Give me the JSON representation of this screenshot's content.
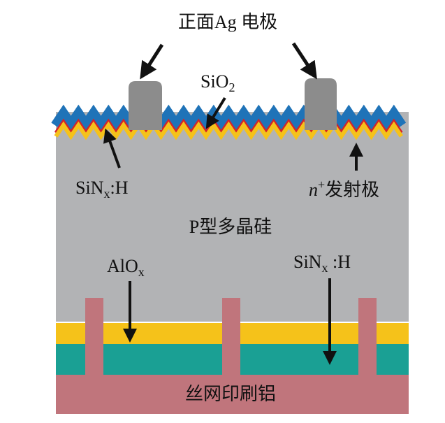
{
  "labels": {
    "front_electrode": "正面Ag 电极",
    "sio2_main": "SiO",
    "sio2_sub": "2",
    "sinx_top_a": "SiN",
    "sinx_top_sub": "x",
    "sinx_top_b": ":H",
    "emitter_n": "n",
    "emitter_sup": "+",
    "emitter_rest": "发射极",
    "substrate": "P型多晶硅",
    "alox_main": "AlO",
    "alox_sub": "x",
    "sinx_bot_a": "SiN",
    "sinx_bot_sub": "x",
    "sinx_bot_b": " :H",
    "back_electrode": "丝网印刷铝"
  },
  "colors": {
    "silicon": "#b2b3b5",
    "sinx_blue": "#1f73b8",
    "sio2_red": "#d3232a",
    "emitter_yellow": "#f5c21a",
    "alox_yellow": "#f5c21a",
    "sinx_teal": "#1aa094",
    "aluminum": "#c0757c",
    "ag_electrode": "#8c8c8c",
    "arrow": "#111111"
  }
}
